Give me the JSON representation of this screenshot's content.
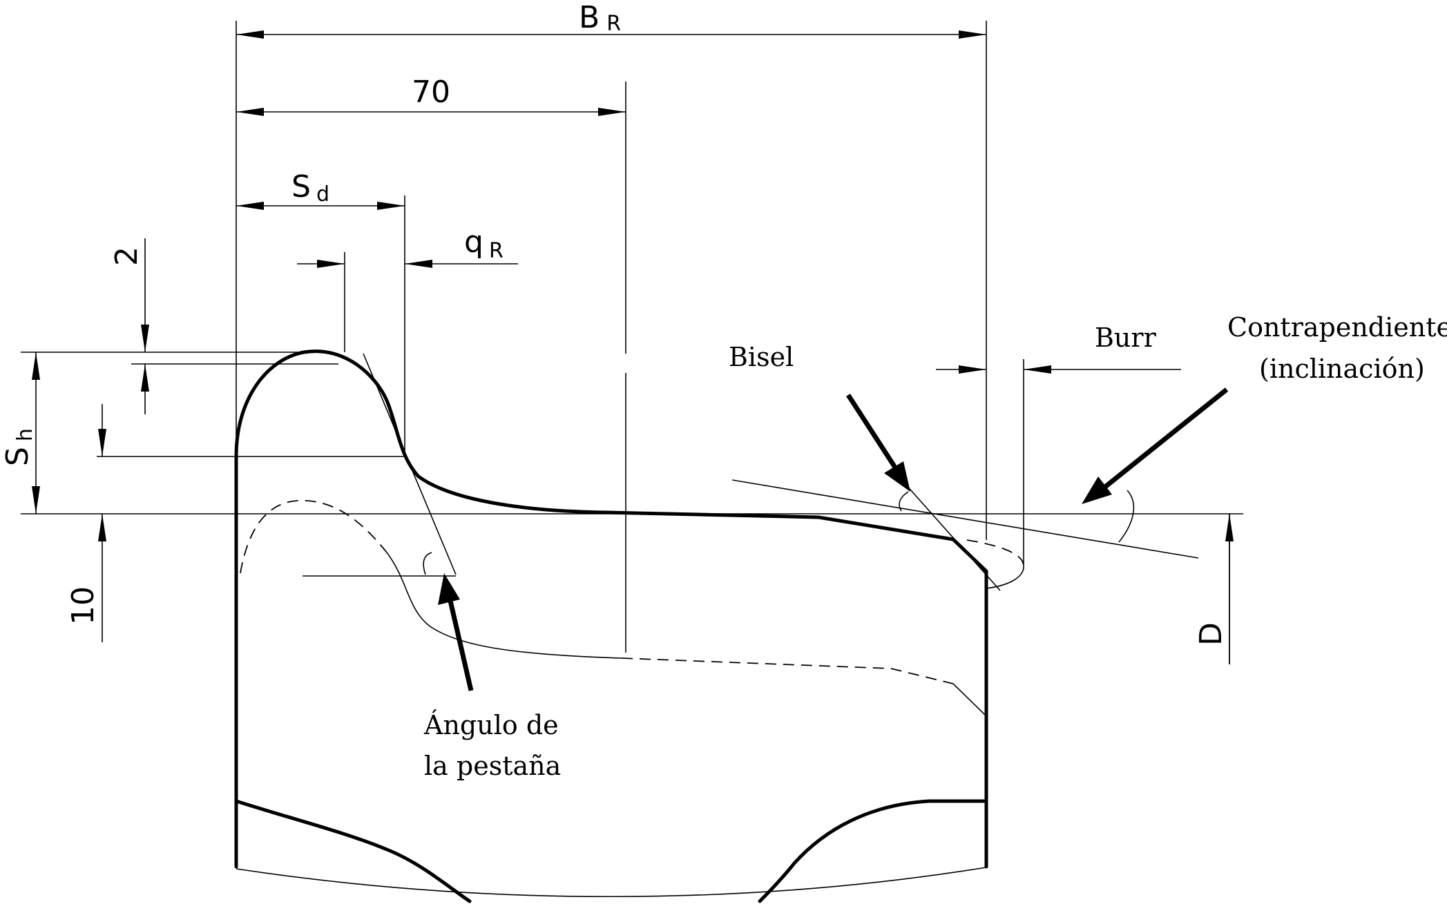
{
  "dimensions": {
    "br": {
      "main": "B",
      "sub": "R"
    },
    "seventy": "70",
    "sd": {
      "main": "S",
      "sub": "d"
    },
    "qr": {
      "main": "q",
      "sub": "R"
    },
    "two": "2",
    "sh": {
      "main": "S",
      "sub": "h"
    },
    "ten": "10",
    "d": "D"
  },
  "labels": {
    "bisel": "Bisel",
    "burr": "Burr",
    "contrapendiente_line1": "Contrapendiente",
    "contrapendiente_line2": "(inclinación)",
    "angulo_line1": "Ángulo de",
    "angulo_line2": "la pestaña"
  },
  "colors": {
    "ink": "#000000",
    "background": "#ffffff"
  }
}
